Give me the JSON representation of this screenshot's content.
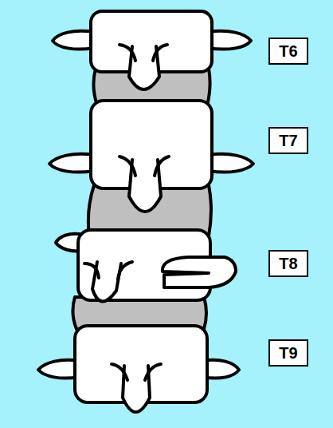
{
  "diagram": {
    "nodes": [
      {
        "text": [
          "T6"
        ]
      },
      {
        "text": [
          "T7"
        ]
      },
      {
        "text": [
          "T8"
        ]
      },
      {
        "text": [
          "T9"
        ]
      }
    ]
  }
}
